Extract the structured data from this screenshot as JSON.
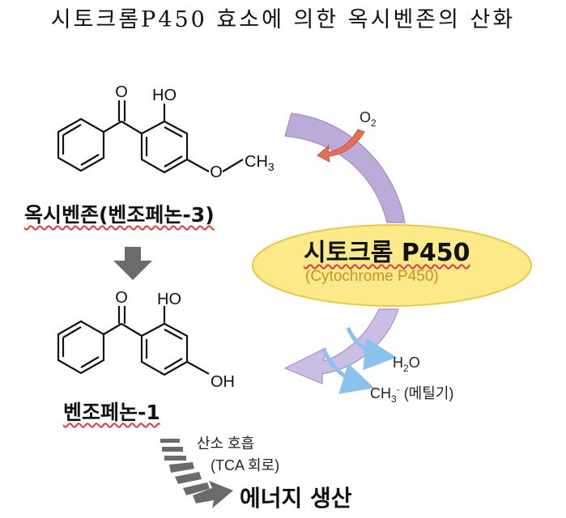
{
  "title": "시토크롬P450 효소에 의한 옥시벤존의 산화",
  "oxybenzone": {
    "name": "옥시벤존(벤조페논-3)",
    "o_label": "O",
    "ho_label": "HO",
    "methyl": "CH",
    "methyl_sub": "3"
  },
  "benzophenone1": {
    "name": "벤조페논-1",
    "o_label": "O",
    "ho_label": "HO",
    "oh_label": "OH"
  },
  "enzyme": {
    "name_kr": "시토크롬 P450",
    "name_en": "(Cytochrome P450)"
  },
  "inputs": {
    "o2": "O",
    "o2_sub": "2"
  },
  "products": {
    "water_h": "H",
    "water_sub": "2",
    "water_o": "O",
    "methyl_ch": "CH",
    "methyl_sub": "3",
    "methyl_sup": "-",
    "methyl_kr": "(메틸기)"
  },
  "respiration": {
    "line1": "산소 호흡",
    "line2": "(TCA 회로)",
    "result": "에너지 생산"
  },
  "colors": {
    "enzyme_fill": "#fbe98a",
    "enzyme_border": "#e7c84a",
    "purple_arrow": "#b9a6d6",
    "red_arrow": "#e0705c",
    "blue_arrow": "#8cc3ee",
    "gray_arrow": "#6b6b6b"
  }
}
